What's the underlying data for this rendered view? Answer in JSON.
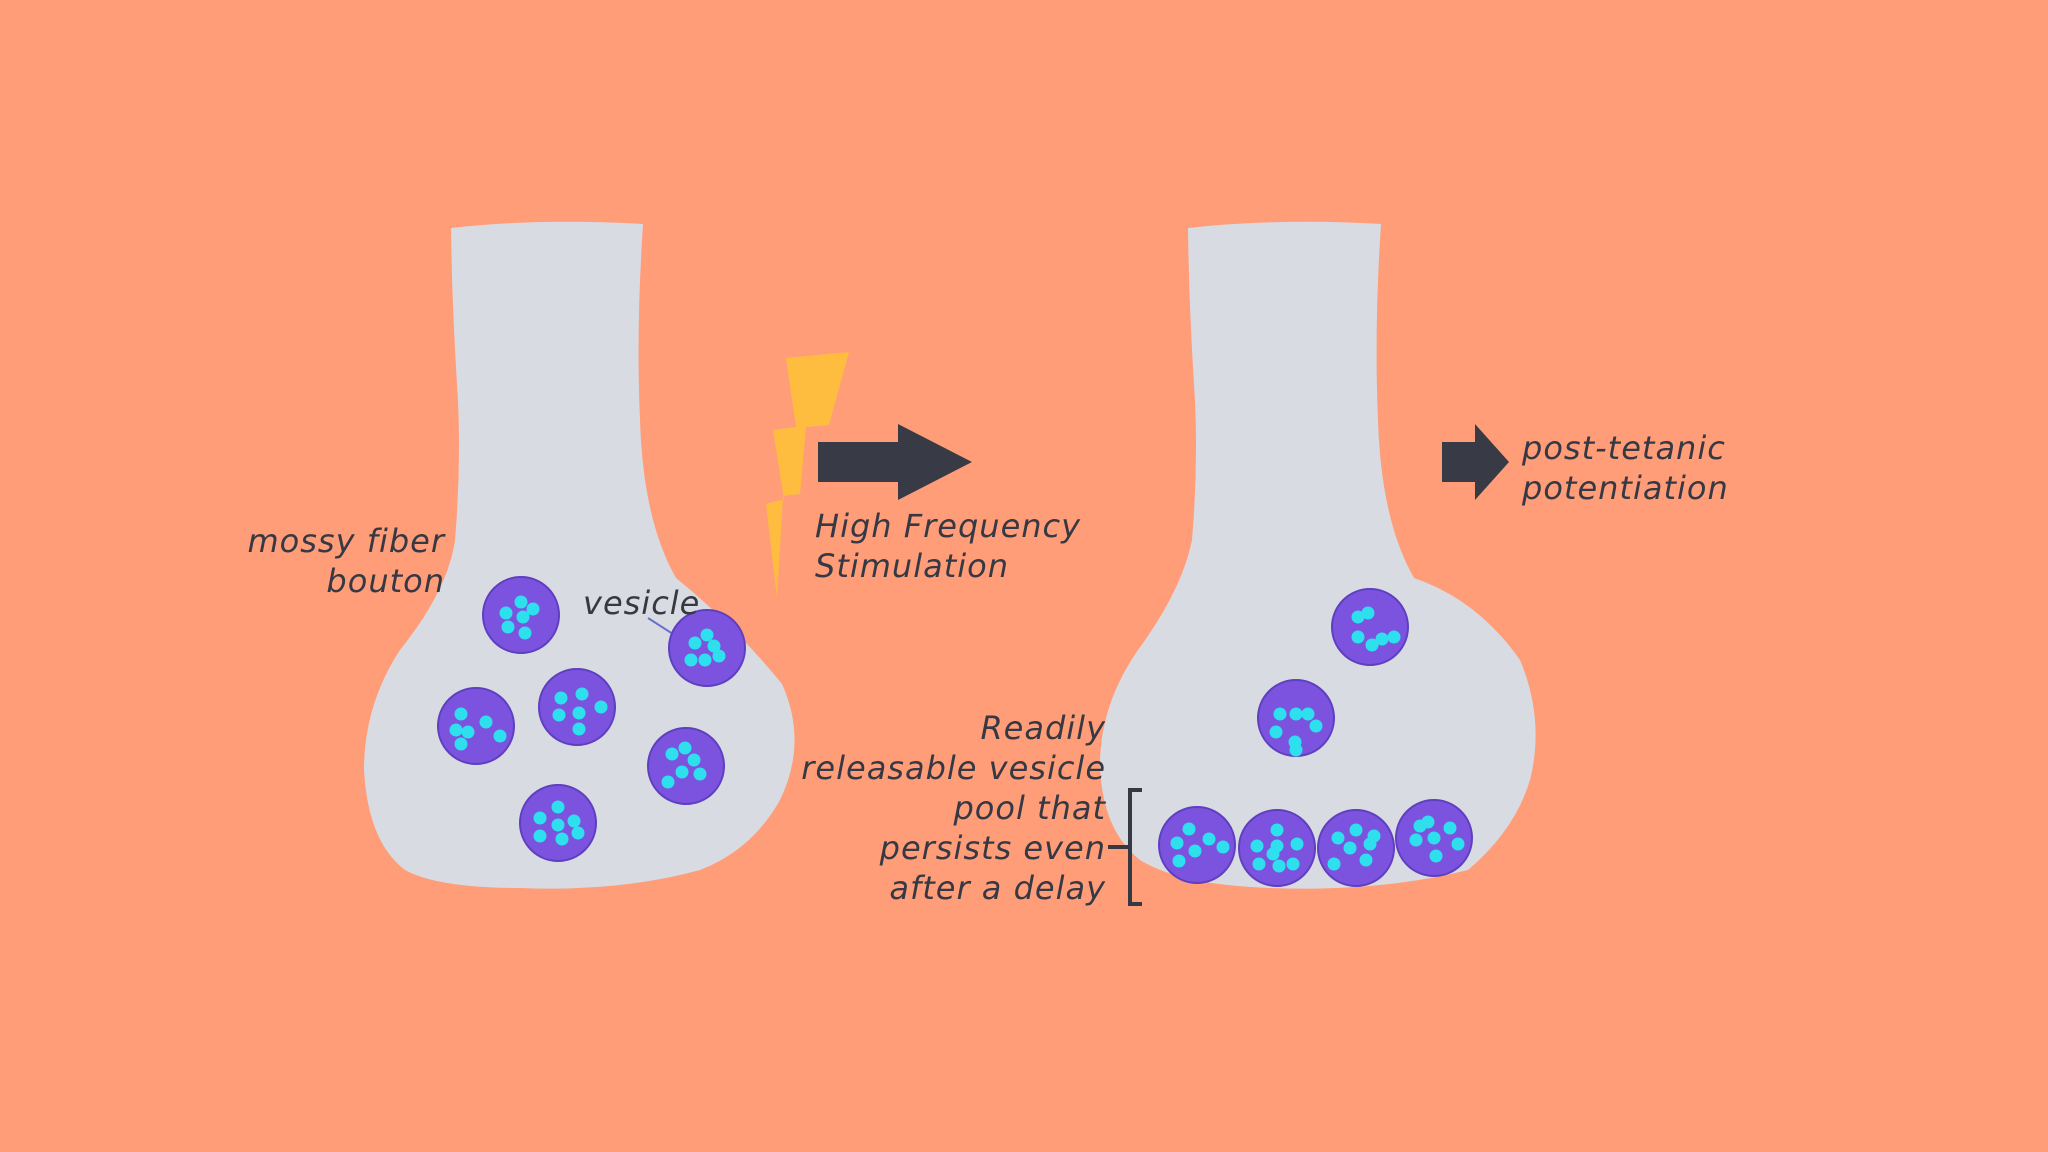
{
  "colors": {
    "background": "#FF9D79",
    "bouton": "#D9DBE3",
    "vesicle": "#7B53DE",
    "vesicle_stroke": "#5E3FC0",
    "neurotransmitter": "#2EE0EE",
    "arrow": "#383A45",
    "lightning": "#FFBD40",
    "text": "#363843"
  },
  "icons": [
    "lightning-bolt-icon",
    "right-arrow-icon"
  ],
  "labels": {
    "mossy_fiber_line1": "mossy fiber",
    "mossy_fiber_line2": "bouton",
    "vesicle": "vesicle",
    "stimulation_line1": "High Frequency",
    "stimulation_line2": "Stimulation",
    "ptp_line1": "post-tetanic",
    "ptp_line2": "potentiation",
    "pool_line1": "Readily",
    "pool_line2": "releasable vesicle",
    "pool_line3": "pool that",
    "pool_line4": "persists even",
    "pool_line5": "after a delay"
  }
}
